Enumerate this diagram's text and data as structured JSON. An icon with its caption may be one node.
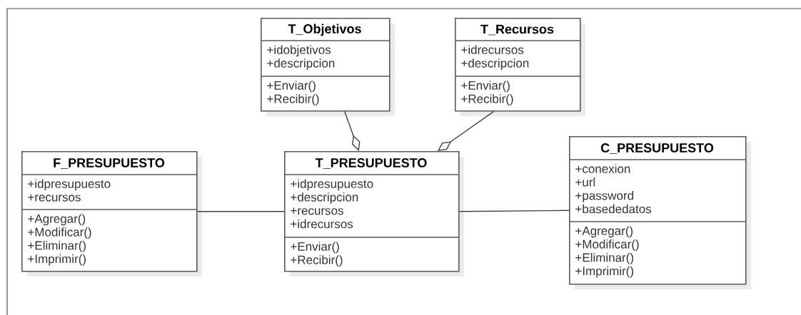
{
  "diagram": {
    "nodes": [
      {
        "text": [
          "T_Objetivos",
          "+idobjetivos +descripcion",
          "+Enviar() +Recibir()"
        ]
      },
      {
        "text": [
          "T_Recursos",
          "+idrecursos +descripcion",
          "+Enviar() +Recibir()"
        ]
      },
      {
        "text": [
          "F_PRESUPUESTO",
          "+idpresupuesto +recursos",
          "+Agregar() +Modificar() +Eliminar() +Imprimir()"
        ]
      },
      {
        "text": [
          "T_PRESUPUESTO",
          "+idpresupuesto +descripcion +recursos +idrecursos",
          "+Enviar() +Recibir()"
        ]
      },
      {
        "text": [
          "C_PRESUPUESTO",
          "+conexion +url +password +basededatos",
          "+Agregar() +Modificar() +Eliminar() +Imprimir()"
        ]
      }
    ],
    "edges": [
      {
        "from": 0,
        "to": 3,
        "arrow": "other"
      },
      {
        "from": 1,
        "to": 3,
        "arrow": "other"
      },
      {
        "from": 2,
        "to": 3,
        "arrow": "none"
      },
      {
        "from": 3,
        "to": 4,
        "arrow": "none"
      }
    ]
  }
}
